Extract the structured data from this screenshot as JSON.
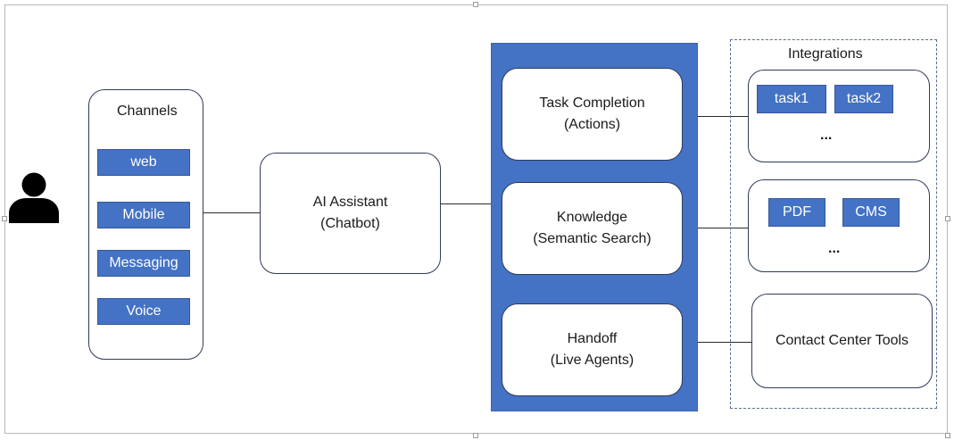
{
  "user": {
    "icon": "user-icon"
  },
  "channels": {
    "title": "Channels",
    "items": [
      "web",
      "Mobile",
      "Messaging",
      "Voice"
    ]
  },
  "assistant": {
    "line1": "AI Assistant",
    "line2": "(Chatbot)"
  },
  "capabilities": [
    {
      "line1": "Task Completion",
      "line2": "(Actions)"
    },
    {
      "line1": "Knowledge",
      "line2": "(Semantic Search)"
    },
    {
      "line1": "Handoff",
      "line2": "(Live Agents)"
    }
  ],
  "integrations": {
    "title": "Integrations",
    "groups": [
      {
        "chips": [
          "task1",
          "task2"
        ],
        "more": "..."
      },
      {
        "chips": [
          "PDF",
          "CMS"
        ],
        "more": "..."
      },
      {
        "text": "Contact Center Tools"
      }
    ]
  },
  "colors": {
    "chip_fill": "#4472c4",
    "panel_fill": "#4472c4",
    "box_border": "#2f3b59"
  }
}
